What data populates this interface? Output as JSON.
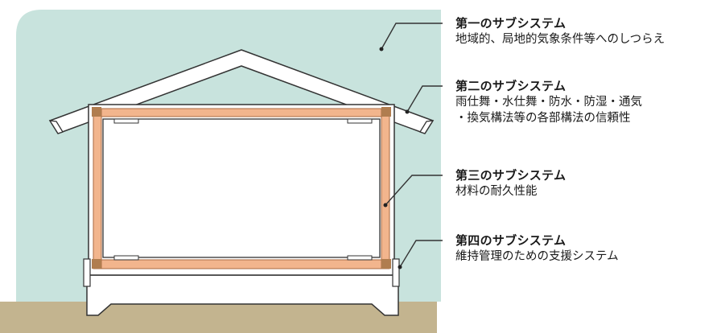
{
  "labels": [
    {
      "title": "第一のサブシステム",
      "lines": [
        "地域的、局地的気象条件等へのしつらえ"
      ]
    },
    {
      "title": "第二のサブシステム",
      "lines": [
        "雨仕舞・水仕舞・防水・防湿・通気",
        "・換気構法等の各部構法の信頼性"
      ]
    },
    {
      "title": "第三のサブシステム",
      "lines": [
        "材料の耐久性能"
      ]
    },
    {
      "title": "第四のサブシステム",
      "lines": [
        "維持管理のための支援システム"
      ]
    }
  ],
  "colors": {
    "environment": "#c8e3dd",
    "ground": "#c3b48f",
    "frame": "#f2b58d",
    "frame_edge": "#a86a42",
    "joint": "#b07d4f",
    "outline": "#333333",
    "white": "#ffffff"
  }
}
